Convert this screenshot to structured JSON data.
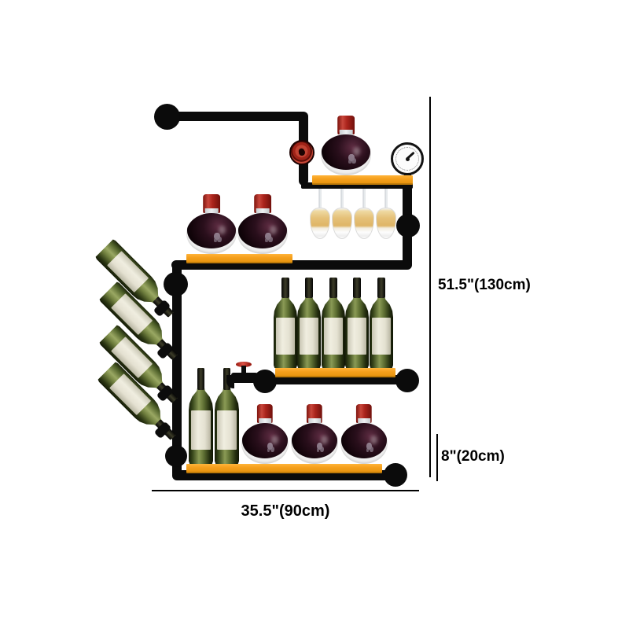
{
  "annotations": {
    "height_label": "51.5\"(130cm)",
    "gap_label": "8\"(20cm)",
    "width_label": "35.5\"(90cm)"
  },
  "colors": {
    "pipe_black": "#0b0b0b",
    "shelf_orange": "#f5a01d",
    "shelf_orange_edge": "#c07c0a",
    "wine_dark": "#2a0f1c",
    "decanter_cap_red": "#ab241c",
    "bottle_green": "#55632c",
    "bottle_label_cream": "#e4e1d1",
    "glass_wine_amber": "#e5c179",
    "valve_red": "#a02318",
    "annotation_text": "#000000"
  },
  "rack": {
    "top_shelf": {
      "decanters": 1,
      "hanging_glasses": 4,
      "has_pressure_gauge": true,
      "has_valve_wheel": true
    },
    "second_shelf": {
      "decanters": 2
    },
    "middle_shelf": {
      "standing_bottles": 5,
      "has_tap_faucet": true
    },
    "bottom_shelf": {
      "standing_bottles": 2,
      "decanters": 3
    },
    "side_rail_tilted_bottles": 4
  }
}
